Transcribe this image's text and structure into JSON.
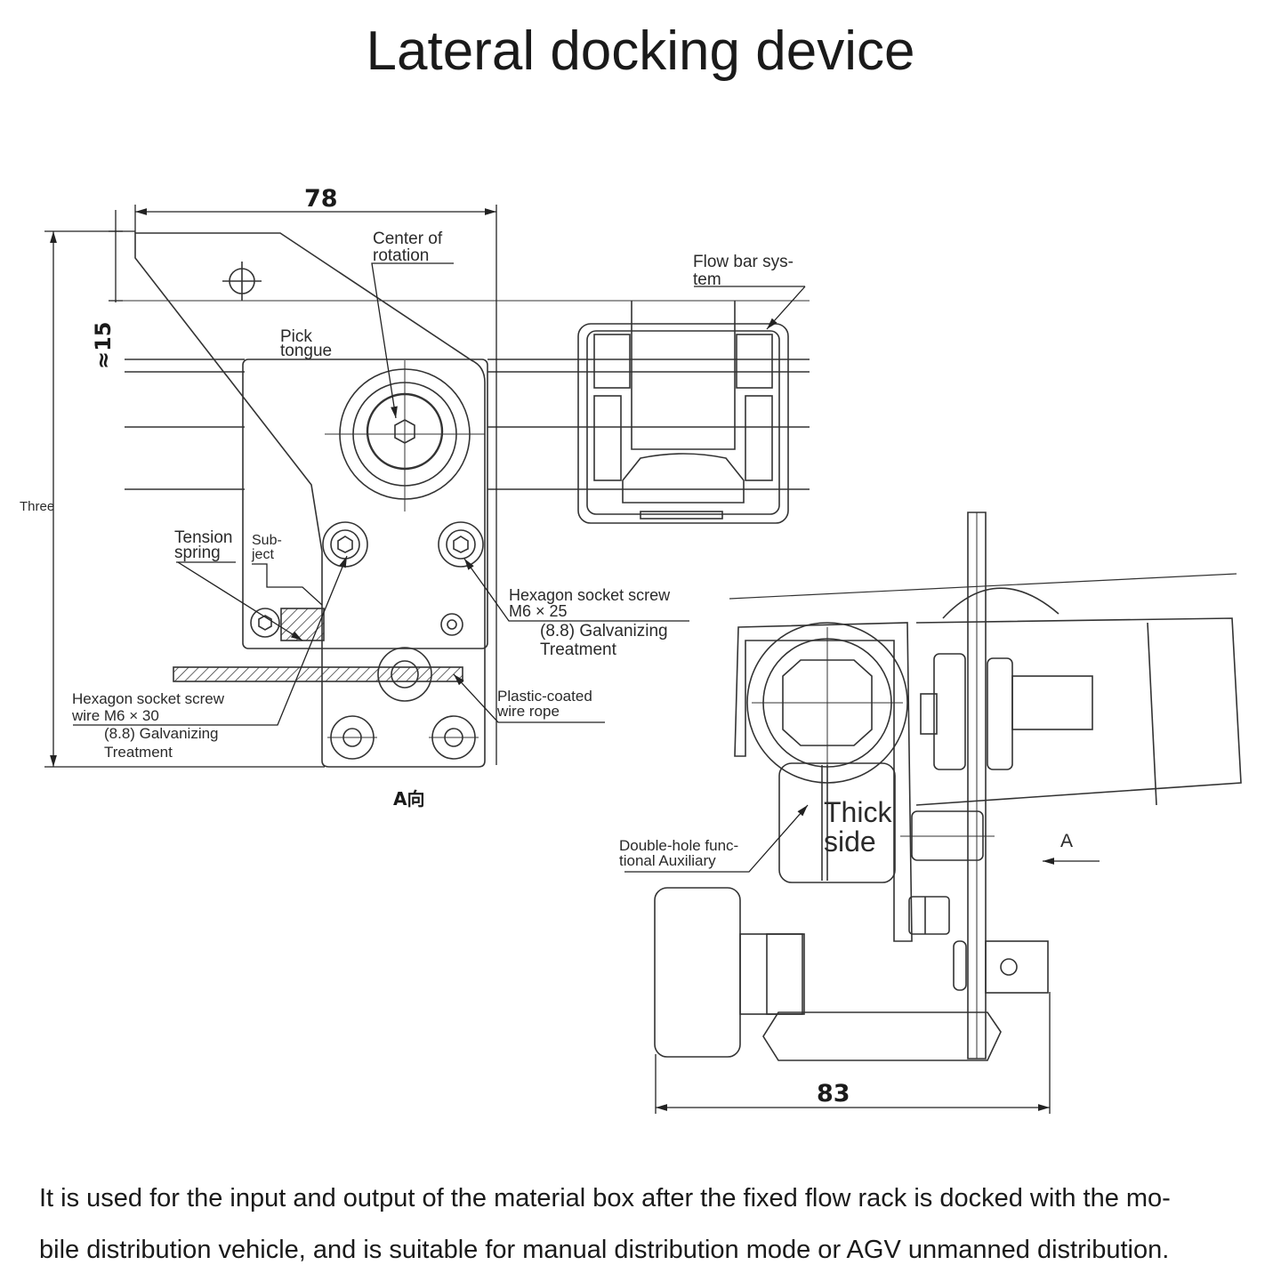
{
  "title": "Lateral docking device",
  "dimensions": {
    "width_78": "78",
    "height_15": "≈15",
    "height_left": "Three",
    "width_83": "83",
    "view_label": "A向",
    "arrow_a": "A"
  },
  "labels": {
    "center_rotation_1": "Center of",
    "center_rotation_2": "rotation",
    "pick_tongue_1": "Pick",
    "pick_tongue_2": "tongue",
    "flow_bar_1": "Flow bar sys-",
    "flow_bar_2": "tem",
    "tension_spring_1": "Tension",
    "tension_spring_2": "spring",
    "subject_1": "Sub-",
    "subject_2": "ject",
    "hex_screw_25_1": "Hexagon socket screw",
    "hex_screw_25_2": "M6 × 25",
    "galv_1a": "(8.8) Galvanizing",
    "galv_1b": "Treatment",
    "hex_screw_30_1": "Hexagon socket screw",
    "hex_screw_30_2": "wire M6 × 30",
    "galv_2a": "(8.8) Galvanizing",
    "galv_2b": "Treatment",
    "wire_rope_1": "Plastic-coated",
    "wire_rope_2": "wire rope",
    "double_hole_1": "Double-hole func-",
    "double_hole_2": "tional Auxiliary",
    "thick_side_1": "Thick",
    "thick_side_2": "side"
  },
  "description": {
    "line1": "It is used for the input and output of the material box after the fixed flow rack is docked with the mo-",
    "line2": "bile distribution vehicle, and is suitable for manual distribution mode or AGV unmanned distribution."
  }
}
